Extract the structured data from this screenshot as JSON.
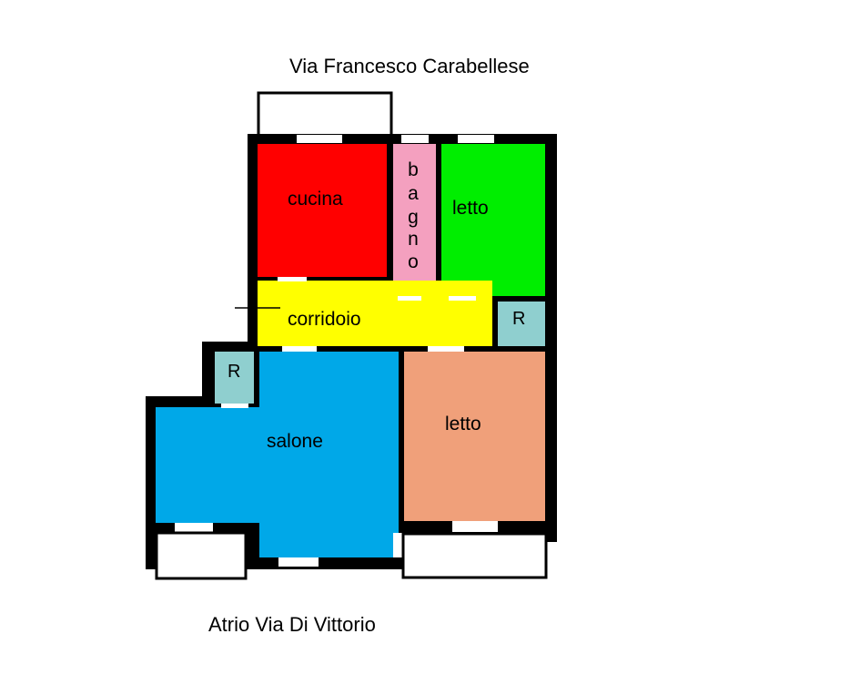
{
  "street_top": "Via  Francesco  Carabellese",
  "street_bottom": "Atrio  Via Di Vittorio",
  "rooms": {
    "cucina": {
      "label": "cucina",
      "color": "#ff0000"
    },
    "bagno": {
      "label": "b a g n o",
      "letters": [
        "b",
        "a",
        "g",
        "n",
        "o"
      ],
      "color": "#f4a0bf"
    },
    "letto_top": {
      "label": "letto",
      "color": "#00ee00"
    },
    "corridoio": {
      "label": "corridoio",
      "color": "#ffff00"
    },
    "ripostiglio_right": {
      "label": "R",
      "color": "#8fcfcf"
    },
    "ripostiglio_left": {
      "label": "R",
      "color": "#8fcfcf"
    },
    "salone": {
      "label": "salone",
      "color": "#00a8e8"
    },
    "letto_bottom": {
      "label": "letto",
      "color": "#f0a07a"
    }
  },
  "colors": {
    "wall": "#000000",
    "window": "#ffffff",
    "balcony": "#ffffff"
  }
}
